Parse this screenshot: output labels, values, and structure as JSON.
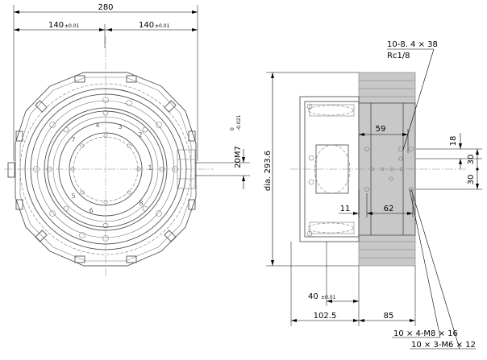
{
  "front_view": {
    "overall_width": "280",
    "left_half": {
      "value": "140",
      "tolerance": "±0.01"
    },
    "right_half": {
      "value": "140",
      "tolerance": "±0.01"
    },
    "bore": {
      "label": "20M7",
      "upper": "0",
      "lower": "-0.021"
    },
    "ring_numbers": [
      "1",
      "2",
      "3",
      "4",
      "5",
      "6",
      "7",
      "8"
    ]
  },
  "side_view": {
    "diameter": "dia. 293.6",
    "port_note_1": "10-8. 4 × 38",
    "port_note_2": "Rc1/8",
    "dim_59": "59",
    "dim_18": "18",
    "dim_30_upper": "30",
    "dim_30_lower": "30",
    "dim_11": "11",
    "dim_62": "62",
    "offset": {
      "value": "40",
      "tolerance": "±0.01"
    },
    "dim_102_5": "102.5",
    "dim_85": "85",
    "thread_note_1": "10 × 4-M8 × 16",
    "thread_note_2": "10 × 3-M6 × 12"
  }
}
